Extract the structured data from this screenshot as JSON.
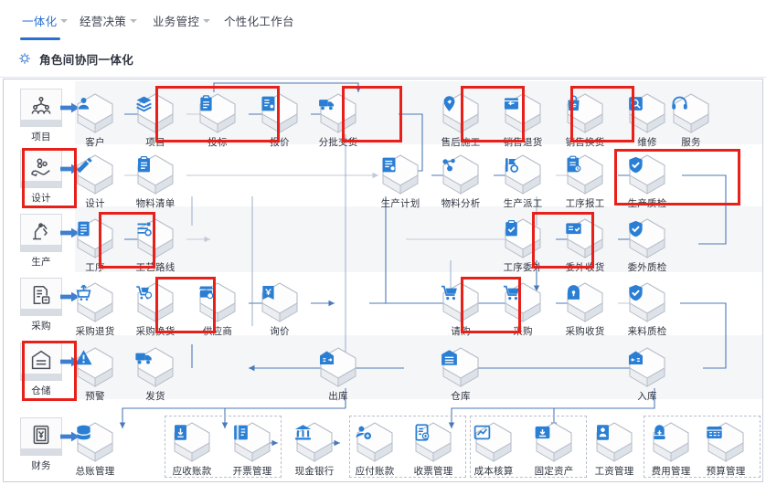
{
  "topnav": {
    "tabs": [
      {
        "label": "一体化",
        "has_caret": true,
        "active": true
      },
      {
        "label": "经营决策",
        "has_caret": true,
        "active": false
      },
      {
        "label": "业务管控",
        "has_caret": true,
        "active": false
      },
      {
        "label": "个性化工作台",
        "has_caret": false,
        "active": false
      }
    ]
  },
  "section": {
    "icon": "gear-icon",
    "title": "角色间协同一体化"
  },
  "colors": {
    "accent": "#2b6fd1",
    "highlight": "#e8201a",
    "band": "#f5f6f8",
    "connector": "#4b79b8",
    "connector_light": "#c3cad6",
    "text": "#2f3440"
  },
  "categories": [
    {
      "label": "项目",
      "icon": "people-network-icon",
      "highlighted": false
    },
    {
      "label": "设计",
      "icon": "design-hand-icon",
      "highlighted": true
    },
    {
      "label": "生产",
      "icon": "robot-arm-icon",
      "highlighted": false
    },
    {
      "label": "采购",
      "icon": "purchase-doc-icon",
      "highlighted": false
    },
    {
      "label": "仓储",
      "icon": "warehouse-icon",
      "highlighted": true
    },
    {
      "label": "财务",
      "icon": "yuan-doc-icon",
      "highlighted": false
    }
  ],
  "rows": [
    {
      "name": "项目",
      "nodes": [
        {
          "label": "客户",
          "icon": "customer-icon",
          "col": 0
        },
        {
          "label": "项目",
          "icon": "layers-icon",
          "col": 1
        },
        {
          "label": "投标",
          "icon": "clipboard-icon",
          "col": 2
        },
        {
          "label": "报价",
          "icon": "quote-doc-icon",
          "col": 3
        },
        {
          "label": "分批交货",
          "icon": "delivery-truck-icon",
          "col": 4
        },
        {
          "label": "售后施工",
          "icon": "pin-tool-icon",
          "col": 6
        },
        {
          "label": "销售退货",
          "icon": "return-box-icon",
          "col": 7
        },
        {
          "label": "销售换货",
          "icon": "exchange-bag-icon",
          "col": 8
        },
        {
          "label": "维修",
          "icon": "repair-icon",
          "col": 9
        },
        {
          "label": "服务",
          "icon": "service-headset-icon",
          "col": 10
        }
      ]
    },
    {
      "name": "设计",
      "nodes": [
        {
          "label": "设计",
          "icon": "pencil-icon",
          "col": 0
        },
        {
          "label": "物料清单",
          "icon": "bom-clipboard-icon",
          "col": 1
        },
        {
          "label": "生产计划",
          "icon": "plan-doc-icon",
          "col": 5
        },
        {
          "label": "物料分析",
          "icon": "molecule-icon",
          "col": 6
        },
        {
          "label": "生产派工",
          "icon": "dispatch-icon",
          "col": 7
        },
        {
          "label": "工序报工",
          "icon": "report-doc-icon",
          "col": 8
        },
        {
          "label": "生产质检",
          "icon": "shield-check-icon",
          "col": 9
        }
      ]
    },
    {
      "name": "生产",
      "nodes": [
        {
          "label": "工序",
          "icon": "process-list-icon",
          "col": 0
        },
        {
          "label": "工艺路线",
          "icon": "route-icon",
          "col": 1
        },
        {
          "label": "工序委外",
          "icon": "outsource-check-icon",
          "col": 7
        },
        {
          "label": "委外收货",
          "icon": "receipt-icon",
          "col": 8
        },
        {
          "label": "委外质检",
          "icon": "shield-check-icon",
          "col": 9
        }
      ]
    },
    {
      "name": "采购",
      "nodes": [
        {
          "label": "采购退货",
          "icon": "return-cart-icon",
          "col": 0
        },
        {
          "label": "采购换货",
          "icon": "exchange-cart-icon",
          "col": 1
        },
        {
          "label": "供应商",
          "icon": "supplier-store-icon",
          "col": 2
        },
        {
          "label": "询价",
          "icon": "inquiry-yuan-icon",
          "col": 3
        },
        {
          "label": "请购",
          "icon": "cart-icon",
          "col": 6
        },
        {
          "label": "采购",
          "icon": "cart-icon",
          "col": 7
        },
        {
          "label": "采购收货",
          "icon": "lock-bag-icon",
          "col": 8
        },
        {
          "label": "来料质检",
          "icon": "shield-check-icon",
          "col": 9
        }
      ]
    },
    {
      "name": "仓储",
      "nodes": [
        {
          "label": "预警",
          "icon": "warning-icon",
          "col": 0
        },
        {
          "label": "发货",
          "icon": "shipping-truck-icon",
          "col": 1
        },
        {
          "label": "出库",
          "icon": "outbound-icon",
          "col": 4
        },
        {
          "label": "仓库",
          "icon": "warehouse-icon",
          "col": 6
        },
        {
          "label": "入库",
          "icon": "inbound-icon",
          "col": 9
        }
      ]
    },
    {
      "name": "财务",
      "nodes": [
        {
          "label": "总账管理",
          "icon": "ledger-icon",
          "col": 0
        },
        {
          "label": "应收账款",
          "icon": "receivable-icon",
          "col": 2
        },
        {
          "label": "开票管理",
          "icon": "invoice-icon",
          "col": 3
        },
        {
          "label": "现金银行",
          "icon": "bank-icon",
          "col": 4
        },
        {
          "label": "应付账款",
          "icon": "payable-icon",
          "col": 5
        },
        {
          "label": "收票管理",
          "icon": "receipt-doc-icon",
          "col": 6
        },
        {
          "label": "成本核算",
          "icon": "cost-chart-icon",
          "col": 7
        },
        {
          "label": "固定资产",
          "icon": "asset-icon",
          "col": 8
        },
        {
          "label": "工资管理",
          "icon": "payroll-icon",
          "col": 9
        },
        {
          "label": "费用管理",
          "icon": "expense-icon",
          "col": 10
        },
        {
          "label": "预算管理",
          "icon": "budget-icon",
          "col": 11
        }
      ]
    }
  ],
  "highlights": [
    {
      "target": "row1-项目-投标"
    },
    {
      "target": "row1-分批交货"
    },
    {
      "target": "row1-售后施工"
    },
    {
      "target": "row1-销售换货"
    },
    {
      "target": "cat-设计"
    },
    {
      "target": "row2-工序报工-生产质检"
    },
    {
      "target": "row3-工序"
    },
    {
      "target": "row3-工序委外"
    },
    {
      "target": "row4-采购换货"
    },
    {
      "target": "row4-请购"
    },
    {
      "target": "cat-仓储"
    }
  ]
}
